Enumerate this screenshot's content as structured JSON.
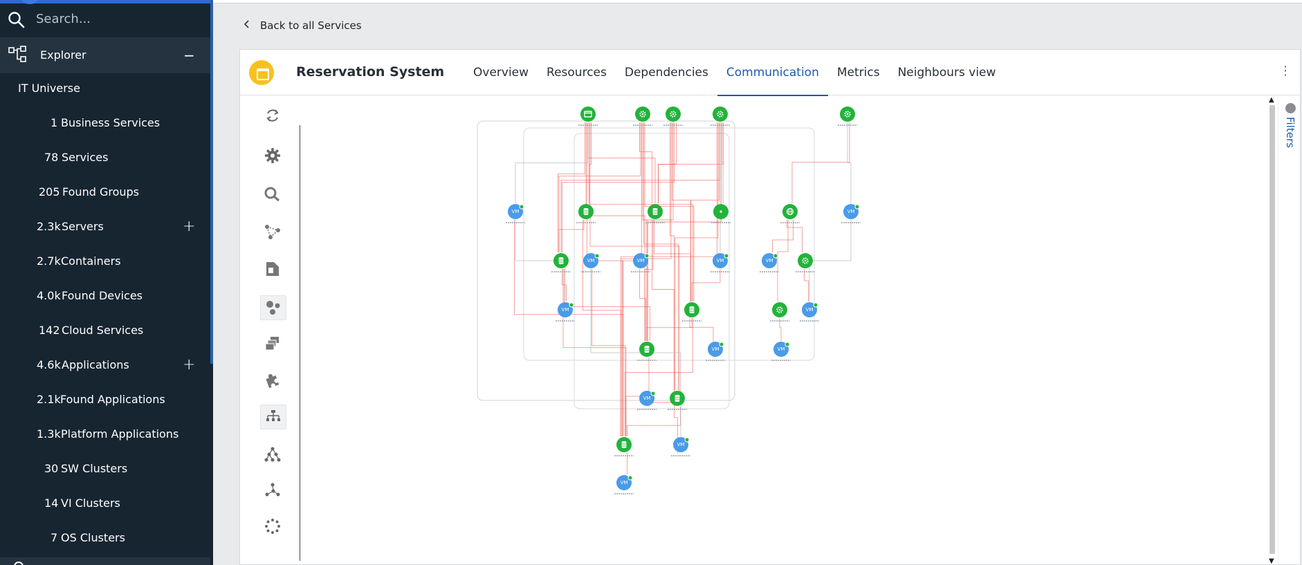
{
  "sidebar": {
    "search": {
      "placeholder": "Search..."
    },
    "explorer": {
      "label": "Explorer"
    },
    "items": [
      {
        "count": "",
        "label": "IT Universe",
        "expandable": false
      },
      {
        "count": "1",
        "label": "Business Services",
        "expandable": false
      },
      {
        "count": "78",
        "label": "Services",
        "expandable": false
      },
      {
        "count": "205",
        "label": "Found Groups",
        "expandable": false
      },
      {
        "count": "2.3k",
        "label": "Servers",
        "expandable": true
      },
      {
        "count": "2.7k",
        "label": "Containers",
        "expandable": false
      },
      {
        "count": "4.0k",
        "label": "Found Devices",
        "expandable": false
      },
      {
        "count": "142",
        "label": "Cloud Services",
        "expandable": false
      },
      {
        "count": "4.6k",
        "label": "Applications",
        "expandable": true
      },
      {
        "count": "2.1k",
        "label": "Found Applications",
        "expandable": false
      },
      {
        "count": "1.3k",
        "label": "Platform Applications",
        "expandable": false
      },
      {
        "count": "30",
        "label": "SW Clusters",
        "expandable": false
      },
      {
        "count": "14",
        "label": "VI Clusters",
        "expandable": false
      },
      {
        "count": "7",
        "label": "OS Clusters",
        "expandable": false
      }
    ]
  },
  "back_link": {
    "label": "Back to all Services"
  },
  "service": {
    "title": "Reservation System",
    "tabs": [
      "Overview",
      "Resources",
      "Dependencies",
      "Communication",
      "Metrics",
      "Neighbours view"
    ],
    "active_tab": "Communication"
  },
  "toolbar": {
    "tools": [
      "refresh-icon",
      "settings-icon",
      "zoom-search-icon",
      "connections-icon",
      "export-icon",
      "group-nodes-icon",
      "stack-icon",
      "puzzle-icon",
      "hierarchy-layout-icon",
      "tree-layout-icon",
      "network-layout-icon",
      "circular-layout-icon"
    ]
  },
  "filters": {
    "label": "Filters"
  },
  "colors": {
    "sidebar_bg": "#172531",
    "accent": "#1b5aa8",
    "node_green": "#22b33a",
    "node_blue": "#4a9be8",
    "edge_red": "#e8453c",
    "service_icon": "#f7c21e"
  },
  "graph": {
    "vm_label": "VM",
    "nodes": [
      {
        "kind": "app"
      },
      {
        "kind": "gear"
      },
      {
        "kind": "gear"
      },
      {
        "kind": "gear"
      },
      {
        "kind": "gear"
      },
      {
        "kind": "vm"
      },
      {
        "kind": "db"
      },
      {
        "kind": "db"
      },
      {
        "kind": "dot"
      },
      {
        "kind": "globe"
      },
      {
        "kind": "vm"
      },
      {
        "kind": "db"
      },
      {
        "kind": "vm"
      },
      {
        "kind": "vm"
      },
      {
        "kind": "vm"
      },
      {
        "kind": "vm"
      },
      {
        "kind": "gear"
      },
      {
        "kind": "vm"
      },
      {
        "kind": "db"
      },
      {
        "kind": "gear"
      },
      {
        "kind": "vm"
      },
      {
        "kind": "db"
      },
      {
        "kind": "vm"
      },
      {
        "kind": "vm"
      },
      {
        "kind": "vm"
      },
      {
        "kind": "db"
      },
      {
        "kind": "db"
      },
      {
        "kind": "vm"
      },
      {
        "kind": "vm"
      }
    ]
  }
}
